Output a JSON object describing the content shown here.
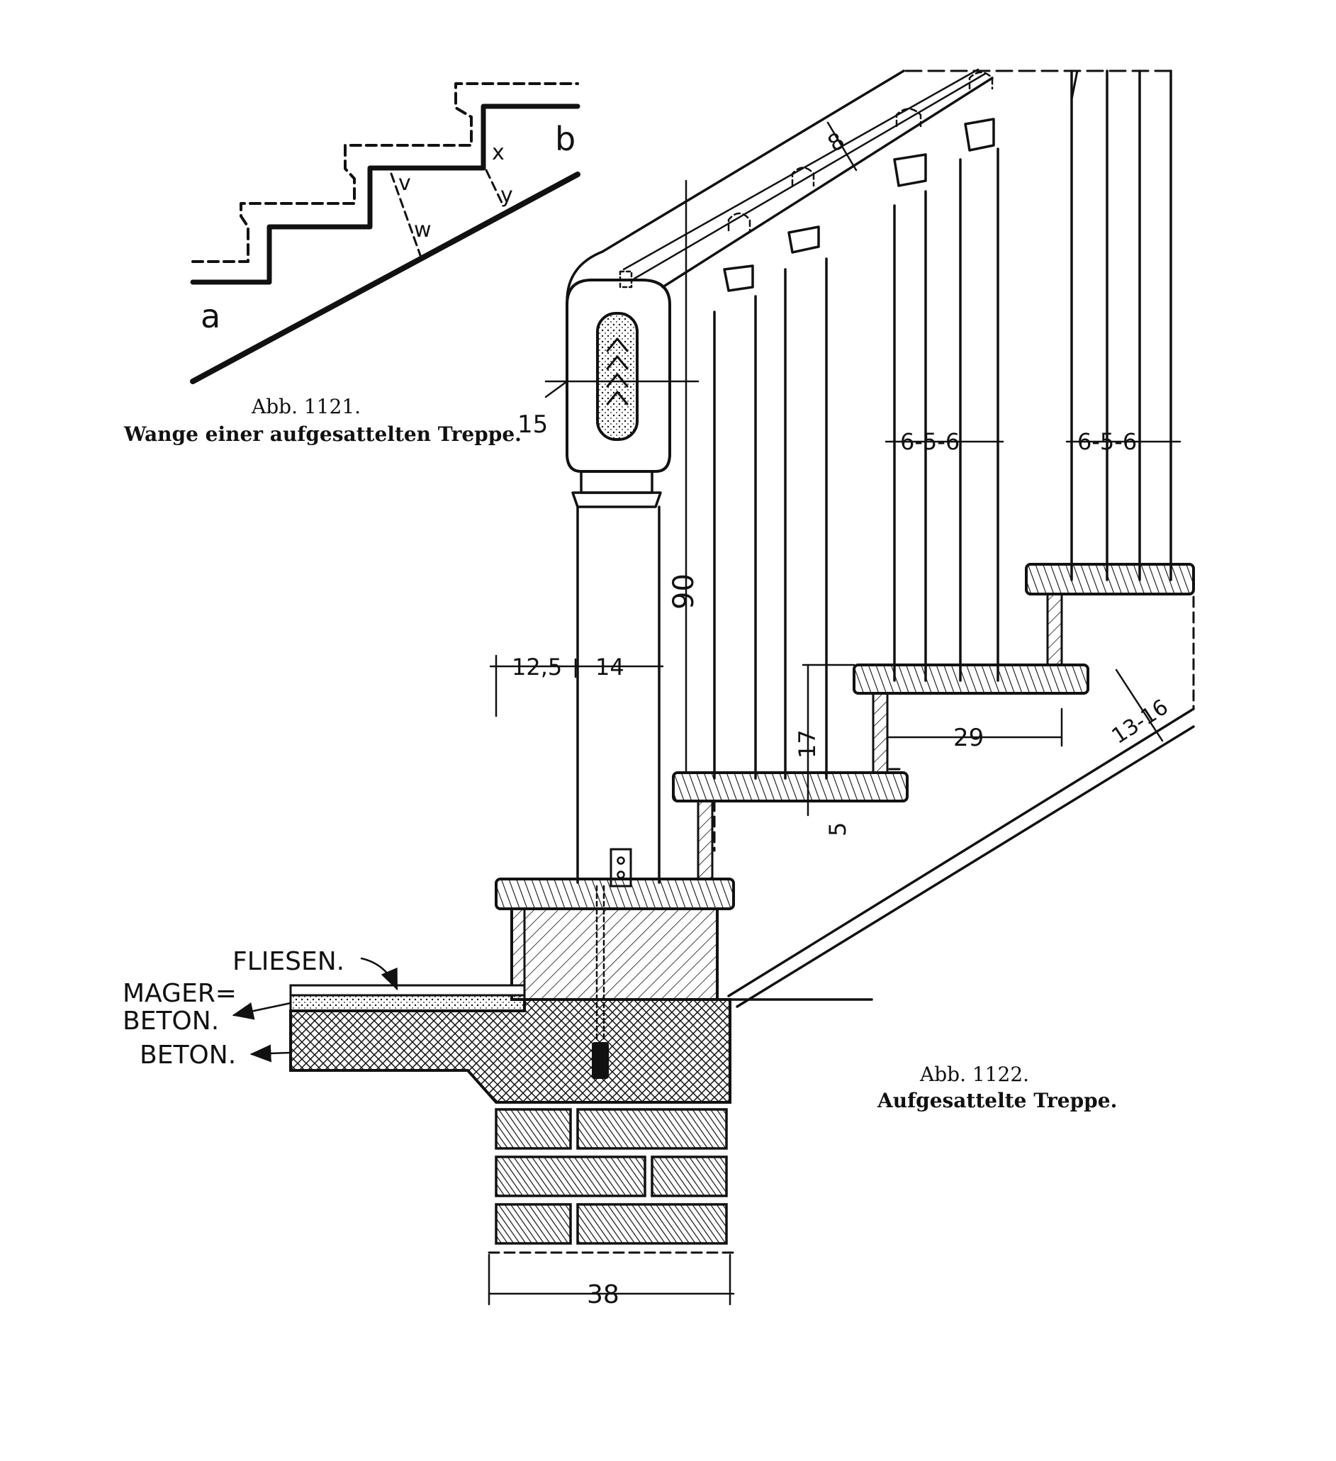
{
  "figure_1121": {
    "caption_number": "Abb. 1121.",
    "caption_title": "Wange einer aufgesattelten Treppe.",
    "labels": {
      "a": "a",
      "b": "b",
      "v": "v",
      "w": "w",
      "x": "x",
      "y": "y"
    }
  },
  "figure_1122": {
    "caption_number": "Abb. 1122.",
    "caption_title": "Aufgesattelte Treppe.",
    "materials": {
      "fliesen": "FLIESEN.",
      "mager_line1": "MAGER=",
      "mager_line2": "BETON.",
      "beton": "BETON."
    },
    "dimensions": {
      "handrail": "8",
      "post_head": "15",
      "height": "90",
      "base_left": "12,5",
      "base_post": "14",
      "baluster_left": "6-5-6",
      "baluster_right": "6-5-6",
      "riser": "17",
      "tread_thickness": "5",
      "tread_depth": "29",
      "stringer": "13-16",
      "foundation": "38"
    }
  },
  "colors": {
    "ink": "#111111",
    "paper": "#ffffff"
  }
}
